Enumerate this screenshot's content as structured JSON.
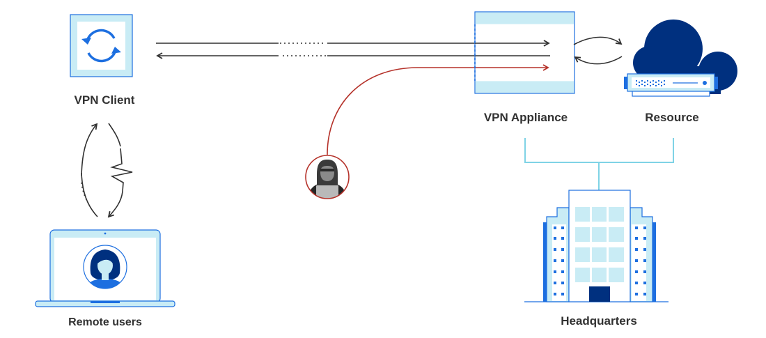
{
  "nodes": {
    "vpn_client": {
      "label": "VPN Client",
      "icon": "sync-icon"
    },
    "vpn_appliance": {
      "label": "VPN Appliance",
      "icon": "appliance-icon"
    },
    "resource": {
      "label": "Resource",
      "icon": "cloud-server-icon"
    },
    "remote_users": {
      "label": "Remote users",
      "icon": "laptop-user-icon"
    },
    "headquarters": {
      "label": "Headquarters",
      "icon": "building-icon"
    },
    "attacker": {
      "label": "",
      "icon": "hacker-icon"
    }
  },
  "connections": [
    {
      "from": "vpn_client",
      "to": "vpn_appliance",
      "style": "solid-dotted",
      "color": "#313131"
    },
    {
      "from": "vpn_appliance",
      "to": "vpn_client",
      "style": "solid-dotted",
      "color": "#313131"
    },
    {
      "from": "attacker",
      "to": "vpn_appliance",
      "style": "curve",
      "color": "#b5322a"
    },
    {
      "from": "vpn_appliance",
      "to": "resource",
      "style": "bidirectional-arc",
      "color": "#313131"
    },
    {
      "from": "remote_users",
      "to": "vpn_client",
      "style": "bidirectional-broken",
      "color": "#313131"
    },
    {
      "from": "headquarters",
      "to": [
        "vpn_appliance",
        "resource"
      ],
      "style": "bracket",
      "color": "#7fd3e6"
    }
  ],
  "colors": {
    "primary_blue": "#1d6fe0",
    "light_blue": "#c9ecf5",
    "dark_navy": "#00307f",
    "arrow": "#313131",
    "threat_red": "#b5322a",
    "connector": "#7fd3e6"
  }
}
